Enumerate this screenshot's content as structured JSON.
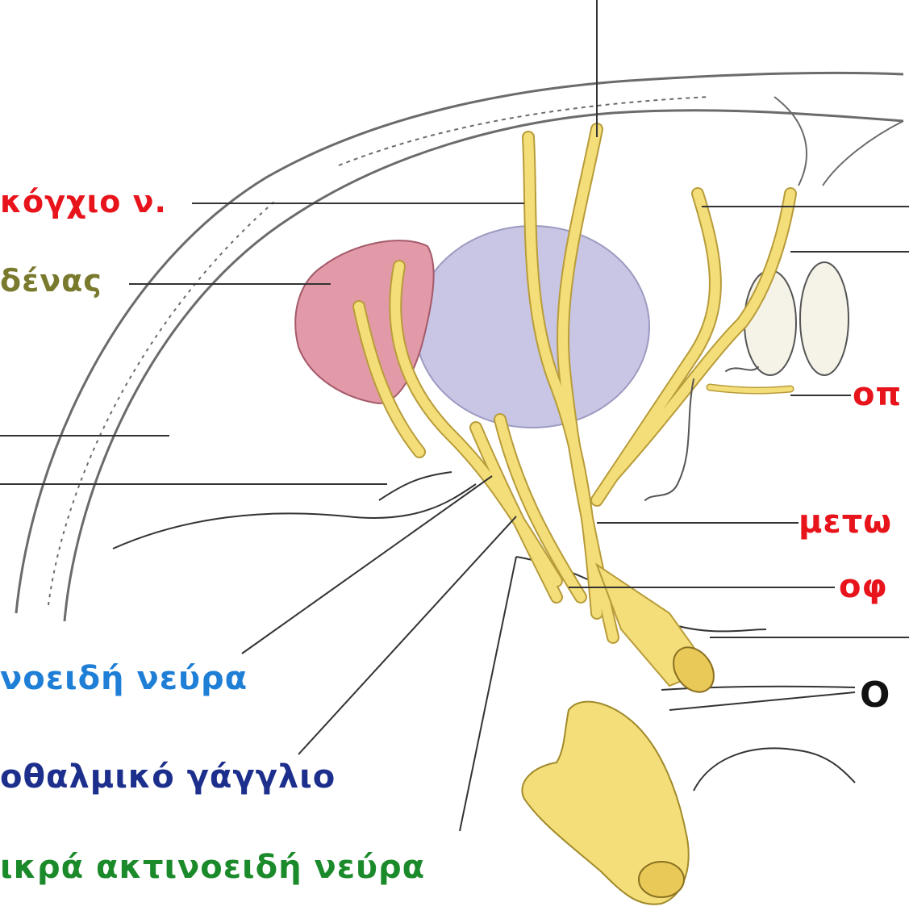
{
  "labels": {
    "top_partial": "",
    "lacrimal_nerve": "κόγχιο ν.",
    "lacrimal_gland": "δένας",
    "supraorbital_partial": "οπ",
    "frontal_partial": "μετω",
    "ophthalmic_partial": "οφ",
    "right_bottom_partial": "Ο",
    "long_ciliary_nerves": "νοειδή νεύρα",
    "ciliary_ganglion": "οθαλμικό γάγγλιο",
    "short_ciliary_nerves": "ικρά ακτινοειδή νεύρα"
  },
  "colors": {
    "red": "#e8141c",
    "olive": "#7a7a2e",
    "blue": "#1f7fd6",
    "navy": "#1d2f8c",
    "green": "#1b8a2a",
    "black": "#111111",
    "nerve": "#f3de7a",
    "nerve_stroke": "#b89c3a",
    "gland": "#e39aa8",
    "eyeball": "#c8c6e4",
    "bone": "#6b6b6b"
  }
}
